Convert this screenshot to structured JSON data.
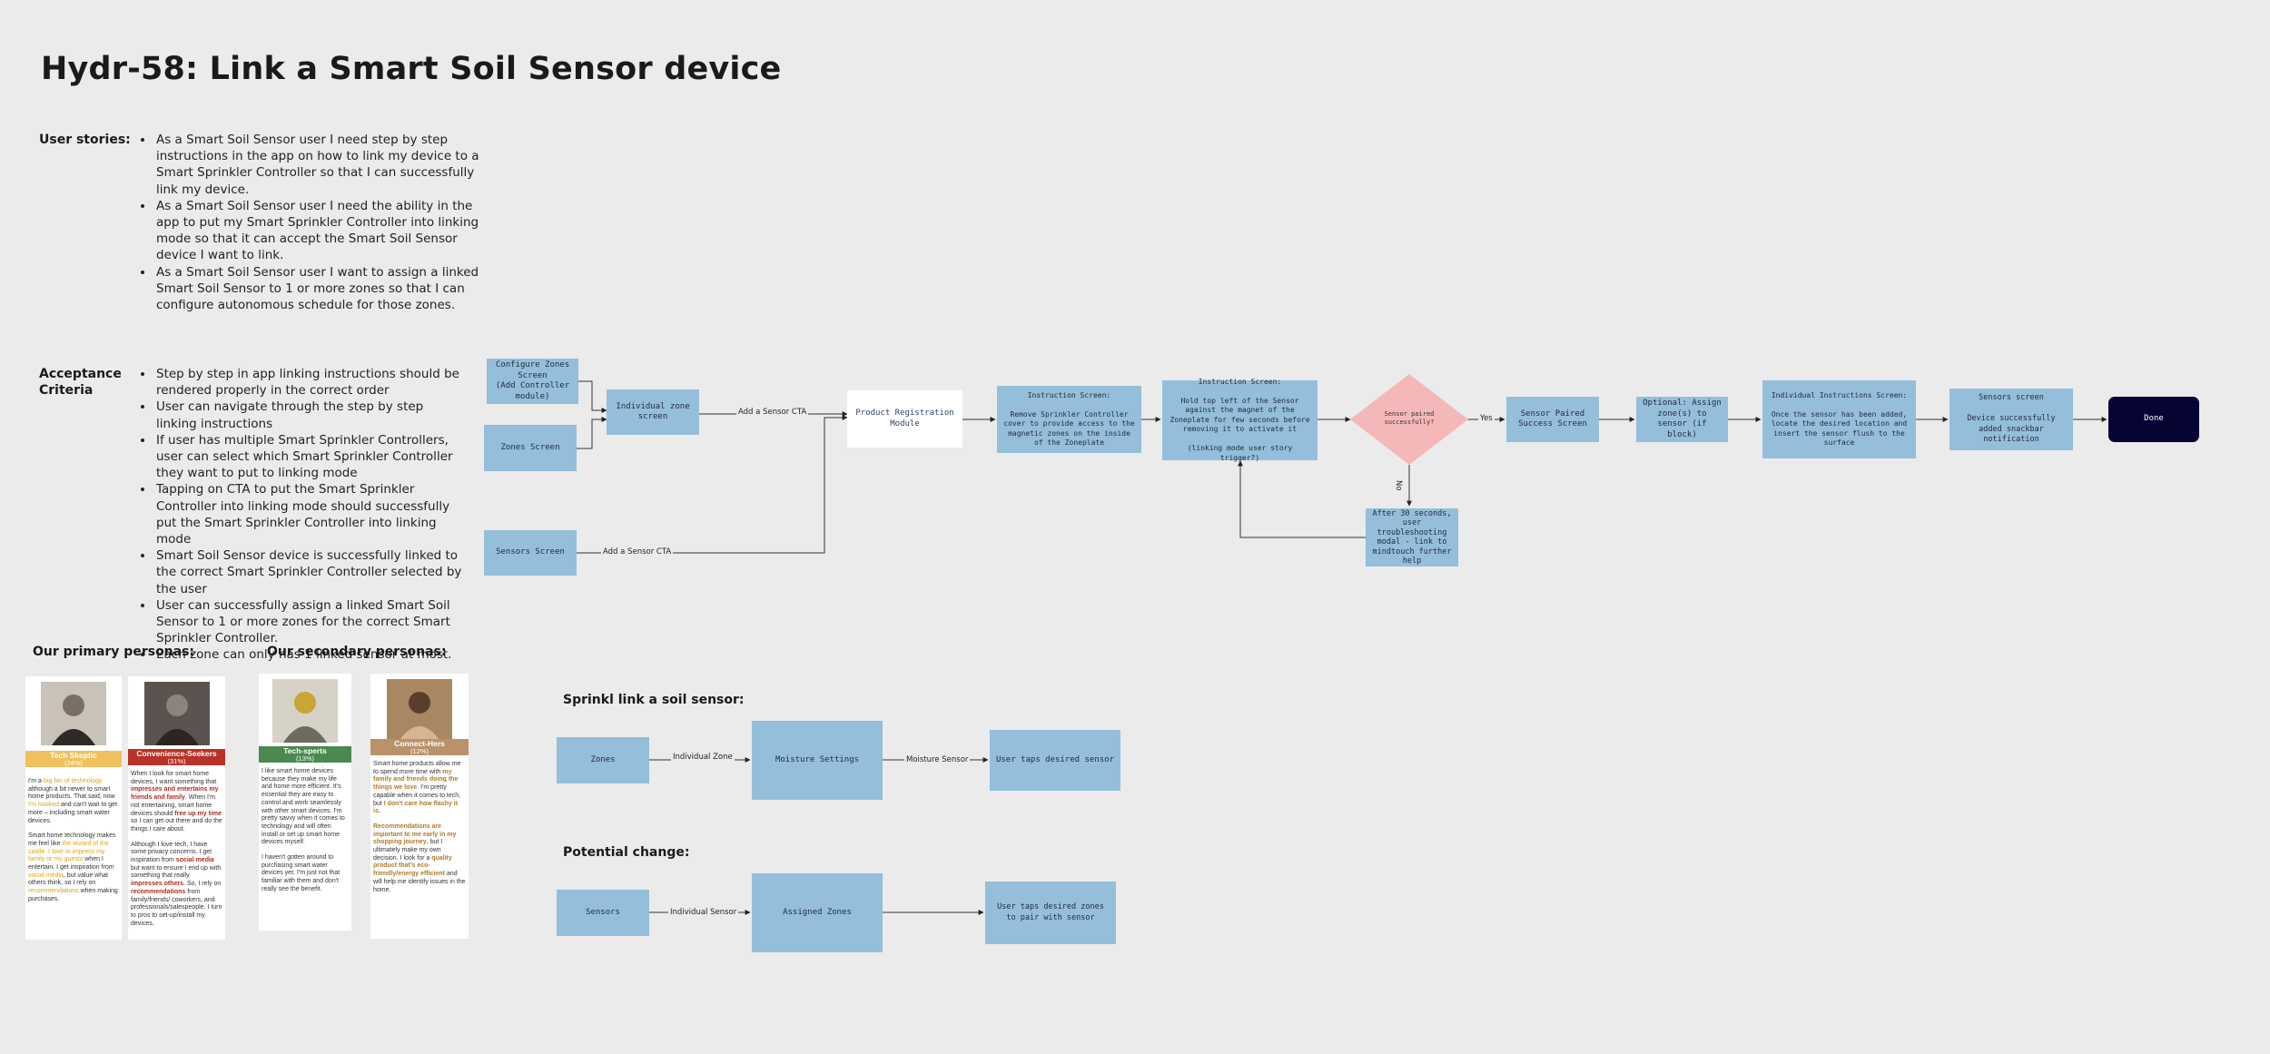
{
  "title": "Hydr-58: Link a Smart Soil Sensor device",
  "user_stories": {
    "label": "User stories:",
    "items": [
      "As a Smart Soil Sensor user I need step by step instructions in the app on how to link my device to a Smart Sprinkler Controller so that I can successfully link my device.",
      "As a Smart Soil Sensor user I need the ability in the app to put my Smart Sprinkler Controller into linking mode so that it can accept the Smart Soil Sensor device I want to link.",
      "As a Smart Soil Sensor user I want to assign a linked Smart Soil Sensor to 1 or more zones so that I can configure autonomous schedule for those zones."
    ]
  },
  "acceptance": {
    "label": "Acceptance Criteria",
    "items": [
      "Step by step in app linking instructions should be rendered properly in the correct order",
      "User can navigate through the step by step linking instructions",
      "If user has multiple Smart Sprinkler Controllers, user can select which Smart Sprinkler Controller they want to put to linking mode",
      "Tapping on CTA to put the Smart Sprinkler Controller into linking mode should successfully put the Smart Sprinkler Controller into linking mode",
      "Smart Soil Sensor device is successfully linked to the correct Smart Sprinkler Controller selected by the user",
      "User can successfully assign a linked Smart Soil Sensor to 1 or more zones for the correct Smart Sprinkler Controller.",
      "Each zone can only has 1 linked sensor at most."
    ]
  },
  "personas": {
    "primary_label": "Our primary personas:",
    "secondary_label": "Our secondary personas:",
    "cards": [
      {
        "name": "Tech Skeptic",
        "pct": "(24%)",
        "color": "#f0c15c",
        "paragraphs": [
          [
            "I'm a ",
            {
              "t": "big fan of technology",
              "c": "y"
            },
            " although a bit newer to smart home products. That said, now ",
            {
              "t": "I'm hooked",
              "c": "y"
            },
            " and can't wait to get more – including smart water devices."
          ],
          [
            "Smart home technology makes me feel like ",
            {
              "t": "the wizard of the castle. I love to impress my family or my guests",
              "c": "y"
            },
            " when I entertain. I get inspiration from ",
            {
              "t": "social media",
              "c": "y"
            },
            ", but value what others think, so I rely on ",
            {
              "t": "recommendations",
              "c": "y"
            },
            " when making purchases."
          ]
        ]
      },
      {
        "name": "Convenience-Seekers",
        "pct": "(31%)",
        "color": "#b83226",
        "paragraphs": [
          [
            "When I look for smart home devices, I want something that ",
            {
              "t": "impresses and entertains my friends and family",
              "c": "r"
            },
            ". When I'm not entertaining, smart home devices should ",
            {
              "t": "free up my time",
              "c": "r"
            },
            " so I can get out there and do the things I care about."
          ],
          [
            "Although I love tech, I have some privacy concerns. I get inspiration from ",
            {
              "t": "social media",
              "c": "r"
            },
            " but want to ensure I end up with something that really ",
            {
              "t": "impresses others",
              "c": "r"
            },
            ". So, I rely on ",
            {
              "t": "recommendations",
              "c": "r"
            },
            " from family/friends/ coworkers, and professionals/salespeople. I turn to pros to set-up/install my devices."
          ]
        ]
      },
      {
        "name": "Tech-sperts",
        "pct": "(13%)",
        "color": "#4a8a4e",
        "paragraphs": [
          [
            "I like smart home devices because they make my life and home more efficient. It's essential they are easy to control and work seamlessly with other smart devices. I'm pretty savvy when it comes to technology and will often install or set up smart home devices myself."
          ],
          [
            "I haven't gotten around to purchasing smart water devices yet. I'm just not that familiar with them and don't really see the benefit."
          ]
        ]
      },
      {
        "name": "Connect-Hers",
        "pct": "(12%)",
        "color": "#b99269",
        "paragraphs": [
          [
            "Smart home products allow me to spend more time with ",
            {
              "t": "my family and friends doing the things we love",
              "c": "o"
            },
            ". I'm pretty capable when it comes to tech, but ",
            {
              "t": "I don't care how flashy it is.",
              "c": "o"
            }
          ],
          [
            {
              "t": "Recommendations are important to me early in my shopping journey",
              "c": "o"
            },
            ", but I ultimately make my own decision. I look for a ",
            {
              "t": "quality product that's eco-friendly/energy efficient",
              "c": "o"
            },
            " and will help me identify issues in the home."
          ]
        ]
      }
    ]
  },
  "flow": {
    "configure_zones": "Configure Zones Screen\n(Add Controller module)",
    "zones_screen": "Zones Screen",
    "sensors_screen": "Sensors Screen",
    "individual_zone": "Individual zone screen",
    "product_registration": "Product Registration Module",
    "instruction_1": "Instruction Screen:\n\nRemove Sprinkler Controller cover to provide access to the magnetic zones on the inside of the Zoneplate",
    "instruction_2": "Instruction Screen:\n\nHold top left of the Sensor against the magnet of the Zoneplate for few seconds before removing it to activate it\n\n(linking mode user story trigger?)",
    "decision": "Sensor paired successfully?",
    "troubleshoot": "After 30 seconds, user troubleshooting modal - link to mindtouch further help",
    "sensor_paired": "Sensor Paired Success Screen",
    "optional_assign": "Optional: Assign zone(s) to sensor (if block)",
    "individual_instructions": "Individual Instructions Screen:\n\nOnce the sensor has been added, locate the desired location and insert the sensor flush to the surface",
    "sensors_screen_final": "Sensors screen\n\nDevice successfully added snackbar notification",
    "done": "Done",
    "edge_add_sensor_cta_1": "Add a Sensor CTA",
    "edge_add_sensor_cta_2": "Add a Sensor CTA",
    "edge_yes": "Yes",
    "edge_no": "No"
  },
  "sprinkl": {
    "label": "Sprinkl link a soil sensor:",
    "zones": "Zones",
    "moisture": "Moisture Settings",
    "user_taps": "User taps desired sensor",
    "edge_individual_zone": "Individual Zone",
    "edge_moisture_sensor": "Moisture Sensor"
  },
  "potential": {
    "label": "Potential change:",
    "sensors": "Sensors",
    "assigned": "Assigned Zones",
    "user_taps": "User taps desired zones to pair with sensor",
    "edge_individual_sensor": "Individual Sensor"
  },
  "colors": {
    "box_blue": "#95bedb",
    "decision_pink": "#f5b8b8",
    "done_navy": "#060433"
  }
}
